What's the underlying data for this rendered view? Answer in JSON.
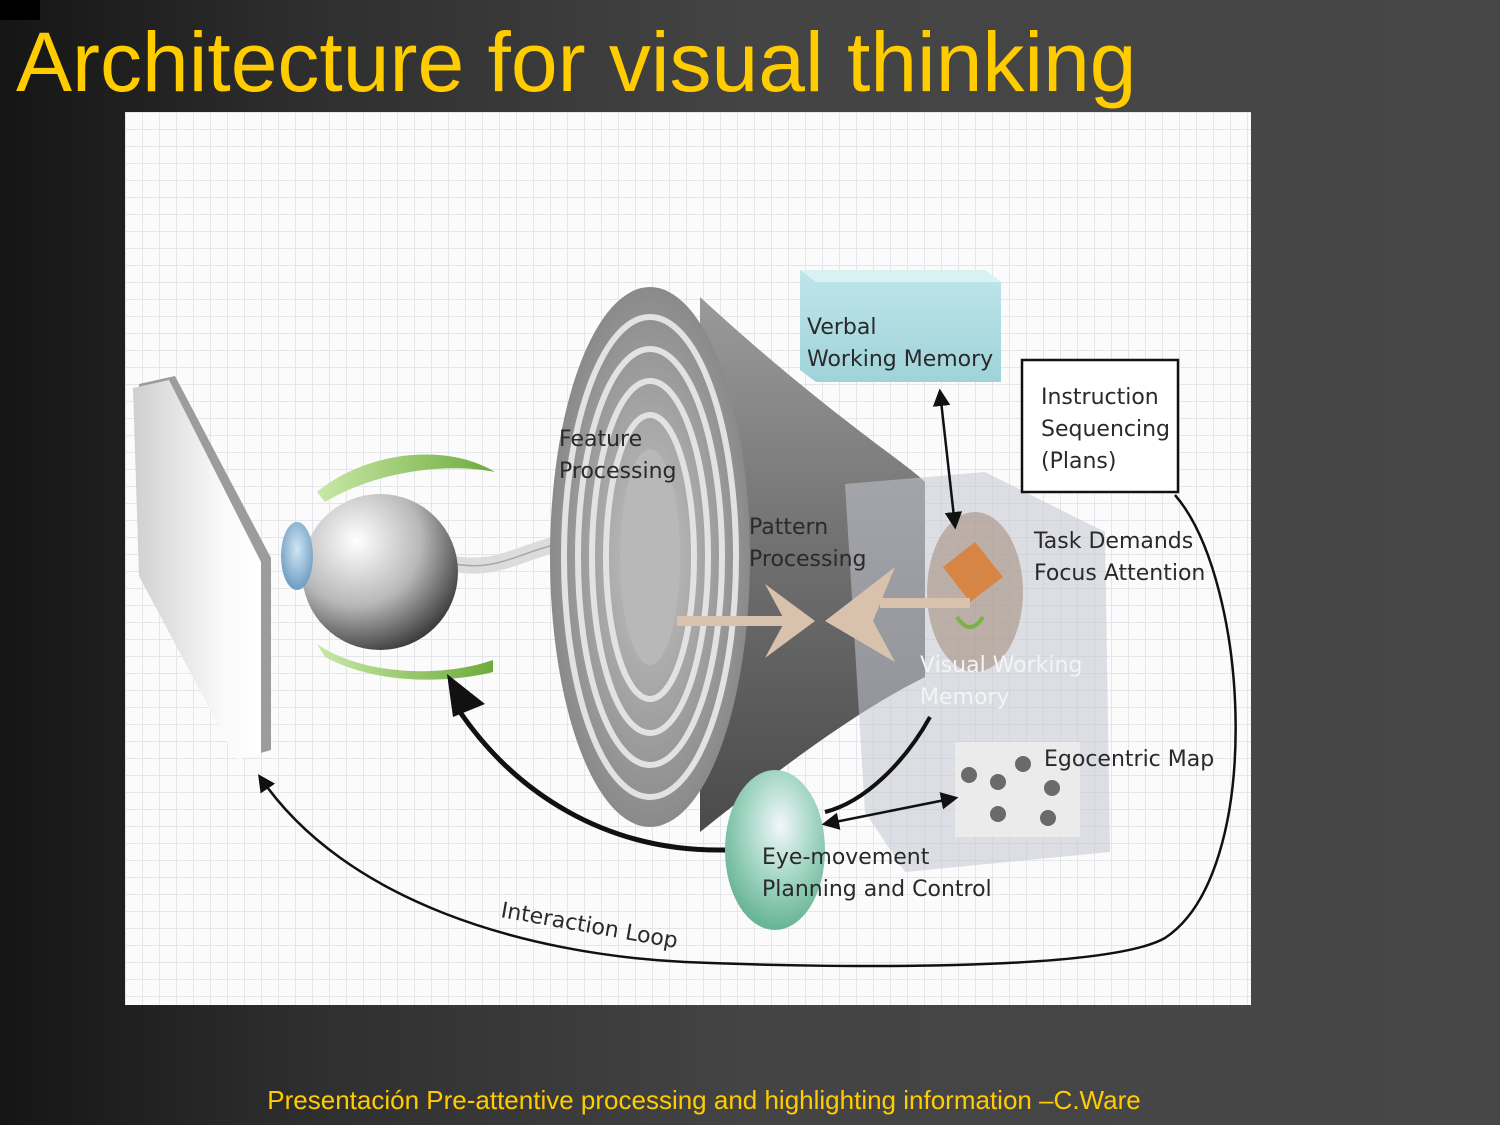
{
  "slide": {
    "title": "Architecture for visual thinking",
    "footer": "Presentación Pre-attentive processing and highlighting information –C.Ware"
  },
  "colors": {
    "title": "#ffcc00",
    "footer": "#ffcc00",
    "background": "#444444"
  },
  "diagram": {
    "feature_processing": [
      "Feature",
      "Processing"
    ],
    "pattern_processing": [
      "Pattern",
      "Processing"
    ],
    "verbal_working_memory": [
      "Verbal",
      "Working Memory"
    ],
    "instruction_sequencing": [
      "Instruction",
      "Sequencing",
      "(Plans)"
    ],
    "task_demands": [
      "Task Demands",
      "Focus Attention"
    ],
    "visual_working_memory": [
      "Visual Working",
      "Memory"
    ],
    "egocentric_map": "Egocentric Map",
    "eye_movement": [
      "Eye-movement",
      "Planning and Control"
    ],
    "interaction_loop": "Interaction Loop"
  }
}
